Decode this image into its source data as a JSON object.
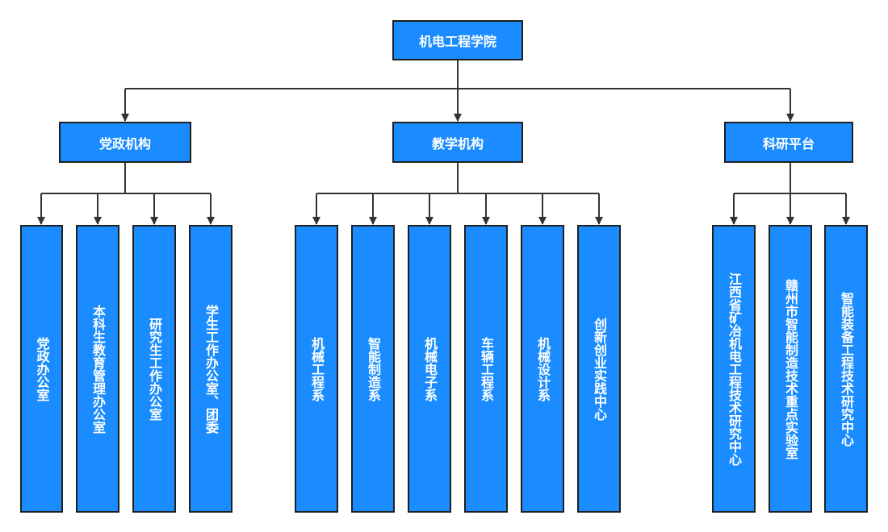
{
  "root": {
    "label": "机电工程学院"
  },
  "branches": [
    {
      "label": "党政机构",
      "children": [
        "党政办公室",
        "本科生教育管理办公室",
        "研究生工作办公室",
        "学生工作办公室、团委"
      ]
    },
    {
      "label": "教学机构",
      "children": [
        "机械工程系",
        "智能制造系",
        "机械电子系",
        "车辆工程系",
        "机械设计系",
        "创新创业实践中心"
      ]
    },
    {
      "label": "科研平台",
      "children": [
        "江西省矿冶机电工程技术研究中心",
        "赣州市智能制造技术重点实验室",
        "智能装备工程技术研究中心"
      ]
    }
  ],
  "colors": {
    "box_fill": "#1a8cff",
    "box_border": "#1f1f1f",
    "connector": "#333333",
    "text": "#ffffff"
  }
}
